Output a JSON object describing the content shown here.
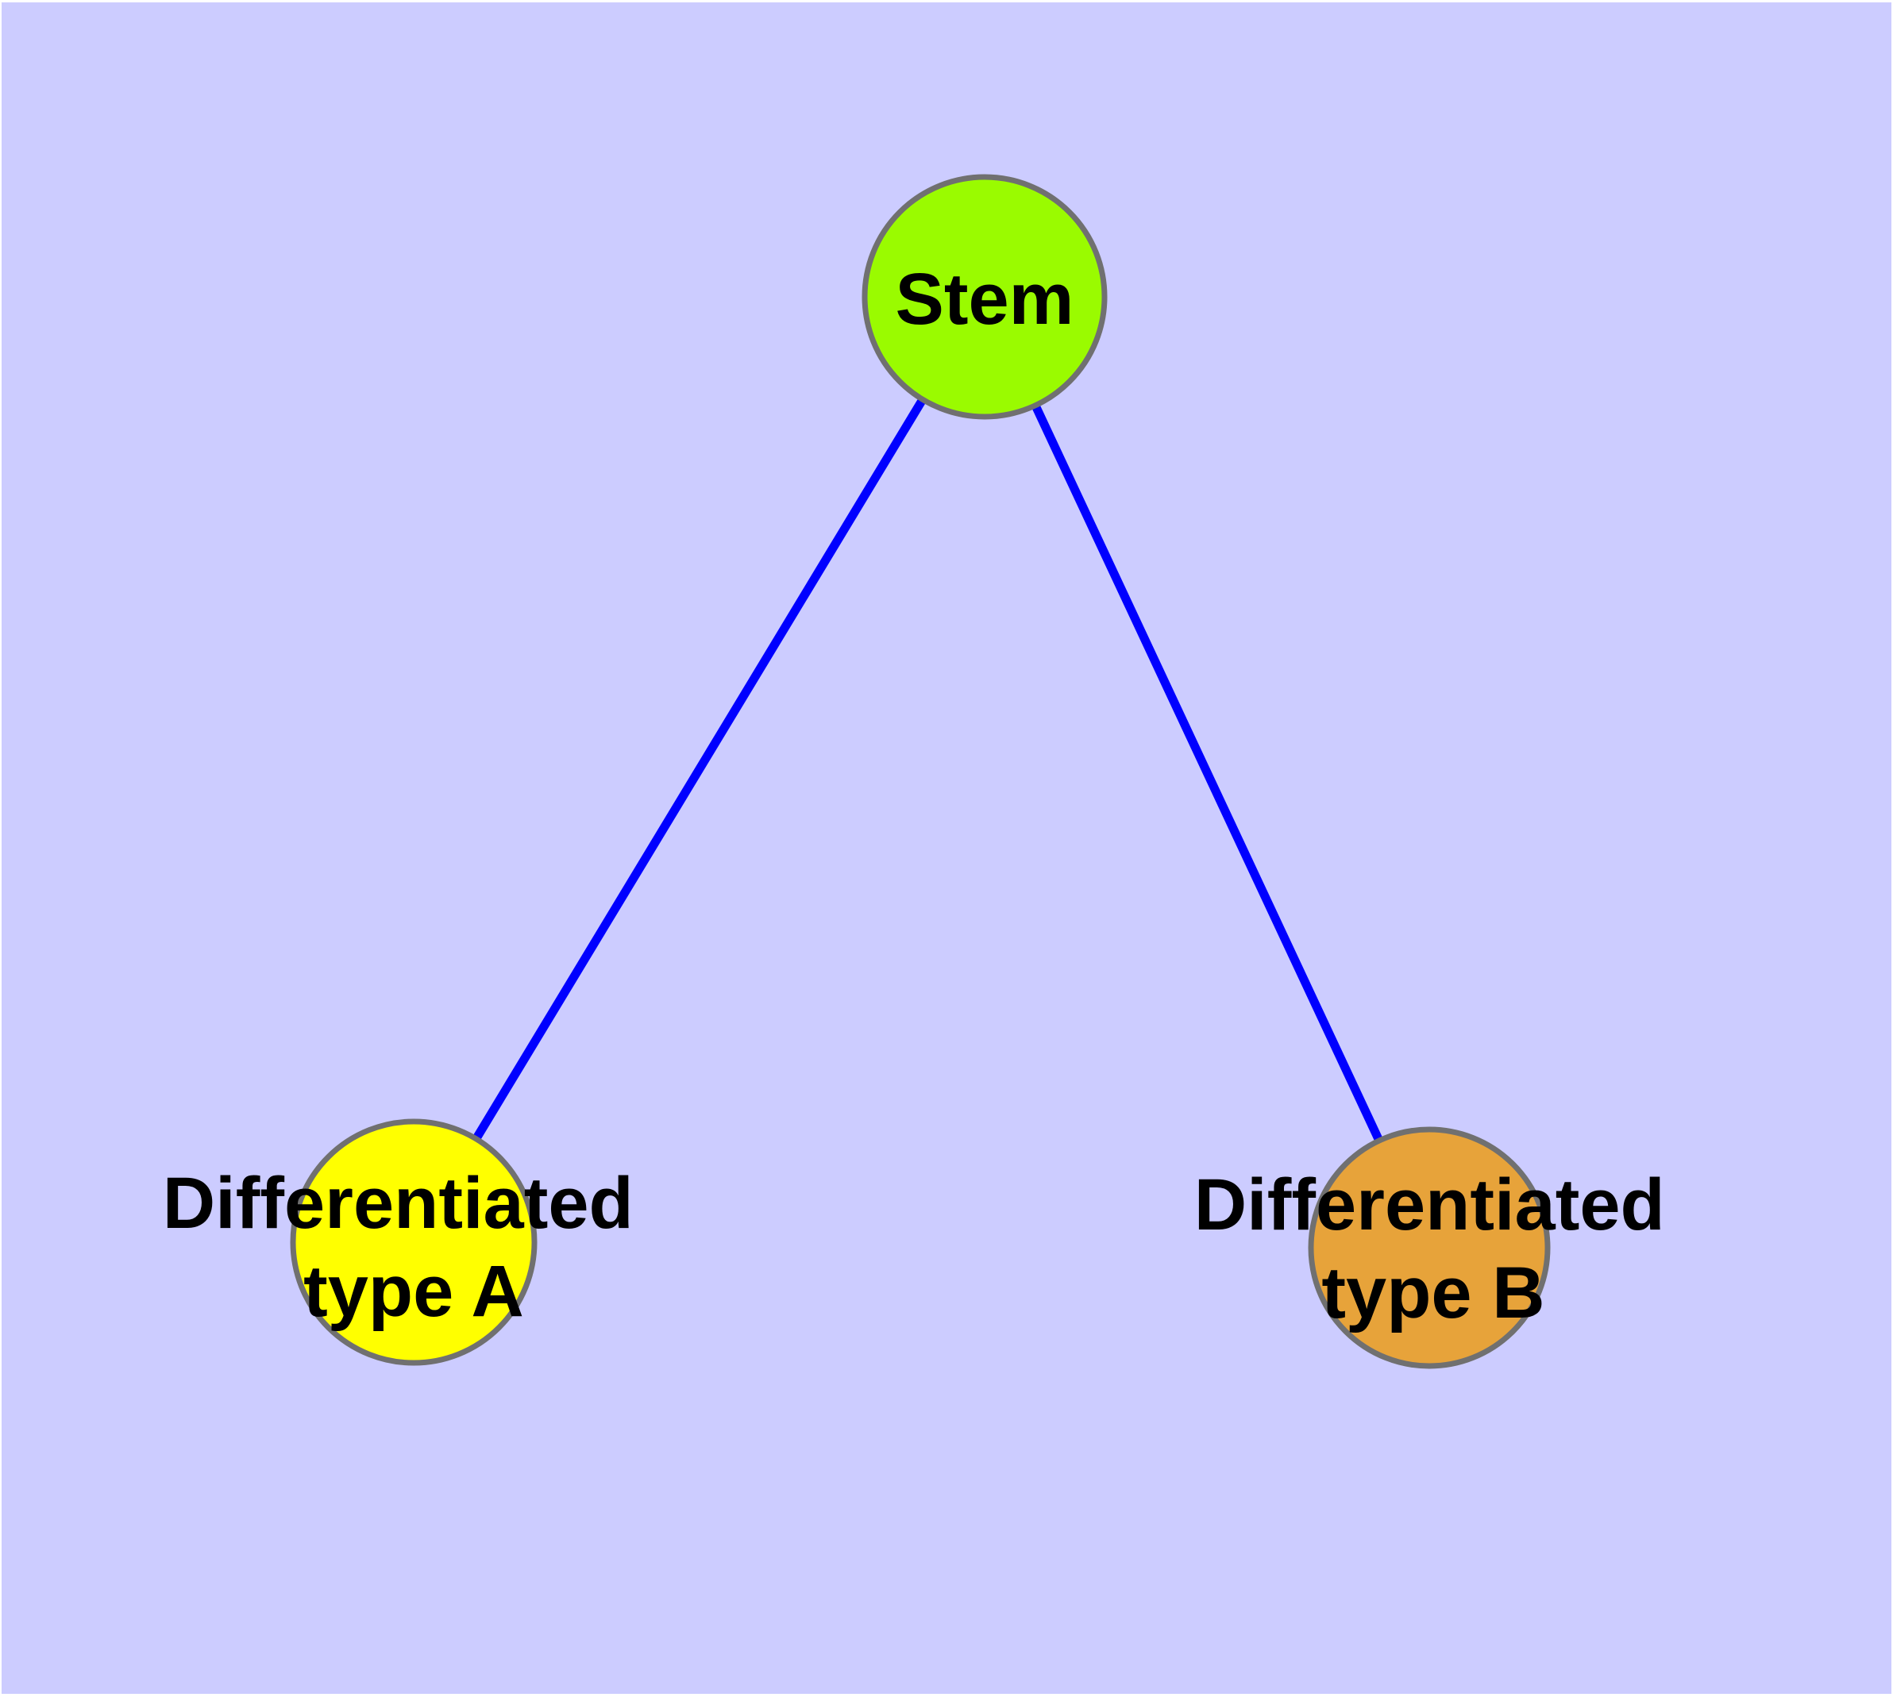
{
  "diagram": {
    "type": "graph",
    "background_color": "#CCCCFF",
    "margin_color": "#FFFFFF",
    "edge_color": "#0000FF",
    "node_border_color": "#707070",
    "label_color": "#000000",
    "nodes": [
      {
        "id": "stem",
        "label": "Stem",
        "lines": [
          "Stem"
        ],
        "fill": "#9AFB00"
      },
      {
        "id": "diff-a",
        "label": "Differentiated type A",
        "lines": [
          "Differentiated",
          "type A"
        ],
        "fill": "#FFFF00"
      },
      {
        "id": "diff-b",
        "label": "Differentiated type B",
        "lines": [
          "Differentiated",
          "type B"
        ],
        "fill": "#E7A33A"
      }
    ],
    "edges": [
      {
        "from": "stem",
        "to": "diff-a"
      },
      {
        "from": "stem",
        "to": "diff-b"
      }
    ]
  }
}
